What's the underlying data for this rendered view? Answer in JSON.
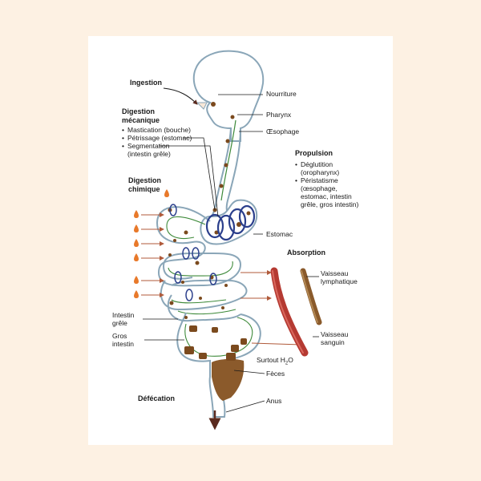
{
  "labels": {
    "ingestion": "Ingestion",
    "digestion_mecanique": "Digestion mécanique",
    "mecanique_items": [
      "Mastication (bouche)",
      "Pétrissage (estomac)",
      "Segmentation (intestin grêle)"
    ],
    "digestion_chimique": "Digestion chimique",
    "nourriture": "Nourriture",
    "pharynx": "Pharynx",
    "oesophage": "Œsophage",
    "propulsion": "Propulsion",
    "propulsion_items": [
      "Déglutition (oropharynx)",
      "Péristatisme (œsophage, estomac, intestin grêle, gros intestin)"
    ],
    "estomac": "Estomac",
    "absorption": "Absorption",
    "vaisseau_lymphatique": "Vaisseau lymphatique",
    "vaisseau_sanguin": "Vaisseau sanguin",
    "intestin_grele": "Intestin grêle",
    "gros_intestin": "Gros intestin",
    "surtout_prefix": "Surtout H",
    "surtout_sub": "2",
    "surtout_suffix": "O",
    "feces": "Fèces",
    "defecation": "Défécation",
    "anus": "Anus"
  },
  "colors": {
    "background": "#fdf1e3",
    "outline": "#8aa6b8",
    "food": "#7b4a1e",
    "green_path": "#3e8a3a",
    "blue_ring": "#2b3f8c",
    "enzyme_drop": "#e8792a",
    "blood_vessel": "#b53a32",
    "lymph_vessel": "#8a5a2b",
    "arrow": "#5a2a1e"
  },
  "icons": [
    "head-silhouette",
    "enzyme-drop-icon",
    "blood-vessel",
    "lymph-vessel",
    "down-arrow-icon"
  ]
}
